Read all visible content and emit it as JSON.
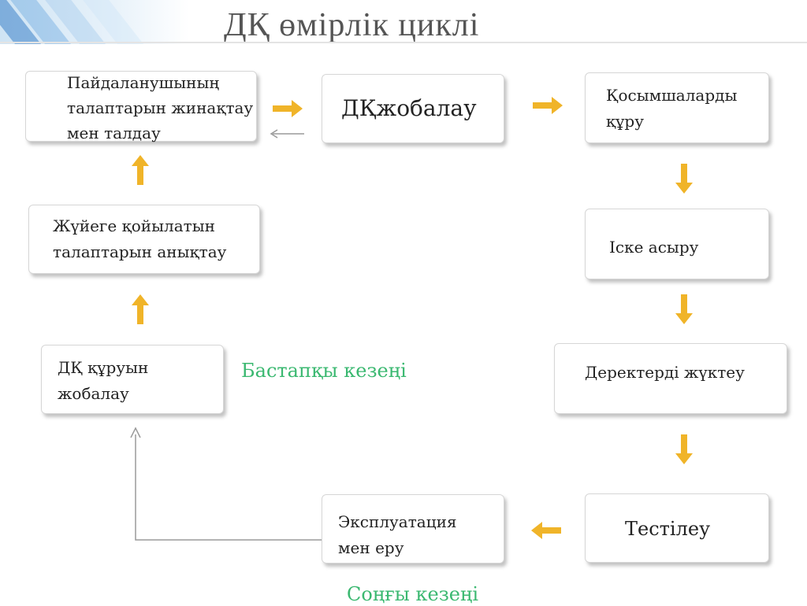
{
  "title": "ДҚ өмірлік циклі",
  "boxes": {
    "collect": "Пайдаланушының\nталаптарын жинақтау\nмен талдау",
    "design": "ДҚжобалау",
    "apps": "Қосымшаларды\nқұру",
    "implement": "Іске асыру",
    "load": "Деректерді жүктеу",
    "test": "Тестілеу",
    "operate": "Эксплуатация\nмен еру",
    "requirements": "Жүйеге қойылатын\nталаптарын анықтау",
    "plan": "ДҚ құруын\nжобалау"
  },
  "phases": {
    "initial": "Бастапқы кезеңі",
    "final": "Соңғы кезеңі"
  },
  "colors": {
    "arrow": "#f0b429",
    "phase_text": "#3ab870",
    "connector": "#9a9a9a"
  }
}
